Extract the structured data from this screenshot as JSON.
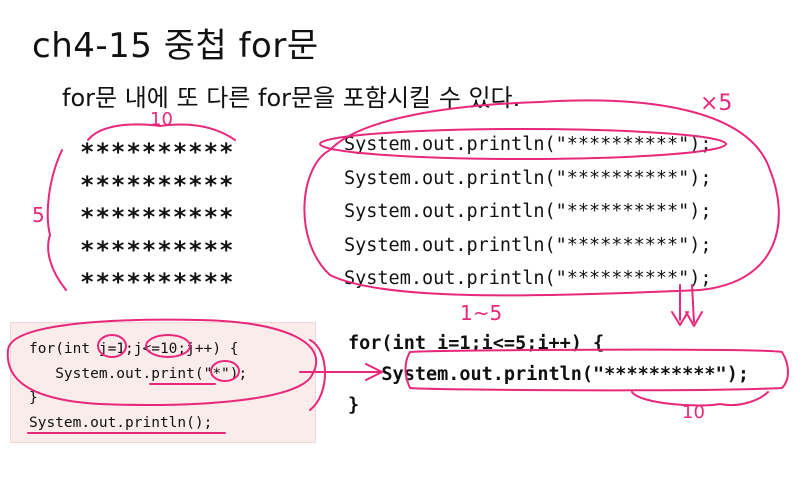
{
  "slide": {
    "title": "ch4-15 중첩 for문",
    "subtitle": "for문 내에 또 다른 for문을 포함시킬 수 있다."
  },
  "star_rows": [
    "**********",
    "**********",
    "**********",
    "**********",
    "**********"
  ],
  "println_lines": [
    "System.out.println(\"**********\");",
    "System.out.println(\"**********\");",
    "System.out.println(\"**********\");",
    "System.out.println(\"**********\");",
    "System.out.println(\"**********\");"
  ],
  "inner_loop_code": [
    "for(int j=1;j<=10;j++) {",
    "   System.out.print(\"*\");",
    "}",
    "System.out.println();"
  ],
  "outer_loop_code": [
    "for(int i=1;i<=5;i++) {",
    "   System.out.println(\"**********\");",
    "}"
  ],
  "annotations": {
    "count_ten_top": "10",
    "count_five_left": "5",
    "times_five": "×5",
    "range_one_to_five": "1~5",
    "count_ten_bottom": "10"
  },
  "colors": {
    "ink": "#e8287a",
    "code_box_bg": "#fbecec"
  }
}
